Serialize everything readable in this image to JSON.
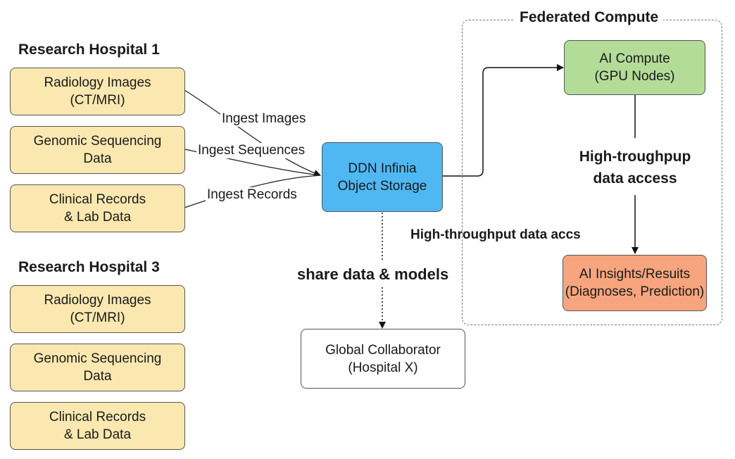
{
  "hospitals": [
    {
      "name": "Research Hospital 1",
      "sources": [
        {
          "line1": "Radiology Images",
          "line2": "(CT/MRI)"
        },
        {
          "line1": "Genomic Sequencing",
          "line2": "Data"
        },
        {
          "line1": "Clinical Records",
          "line2": "& Lab Data"
        }
      ]
    },
    {
      "name": "Research Hospital 3",
      "sources": [
        {
          "line1": "Radiology Images",
          "line2": "(CT/MRI)"
        },
        {
          "line1": "Genomic Sequencing",
          "line2": "Data"
        },
        {
          "line1": "Clinical Records",
          "line2": "& Lab Data"
        }
      ]
    }
  ],
  "ingest_labels": [
    "Ingest Images",
    "Ingest Sequences",
    "Ingest Records"
  ],
  "storage": {
    "line1": "DDN Infinia",
    "line2": "Object Storage"
  },
  "federated": {
    "title": "Federated Compute",
    "compute": {
      "line1": "AI Compute",
      "line2": "(GPU Nodes)"
    },
    "access_label": {
      "line1": "High-troughpup",
      "line2": "data access"
    },
    "insights": {
      "line1": "AI Insights/Resuits",
      "line2": "(Diagnoses, Prediction)"
    }
  },
  "middle_label": "High-throughput data accs",
  "share_label": "share data & models",
  "collaborator": {
    "line1": "Global Collaborator",
    "line2": "(Hospital X)"
  },
  "colors": {
    "source_fill": "#fbe8b0",
    "storage_fill": "#4fb8f3",
    "compute_fill": "#b3dc98",
    "insights_fill": "#f6a57e"
  }
}
